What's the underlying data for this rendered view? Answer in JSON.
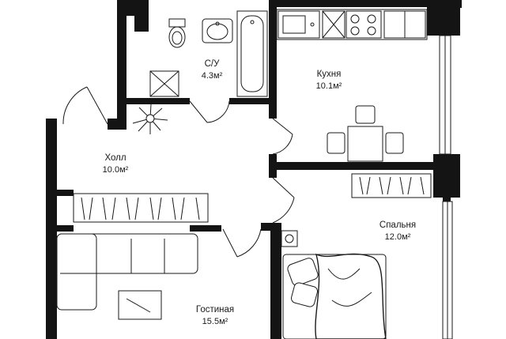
{
  "rooms": {
    "bathroom": {
      "name": "С/У",
      "area": "4.3м²"
    },
    "kitchen": {
      "name": "Кухня",
      "area": "10.1м²"
    },
    "hall": {
      "name": "Холл",
      "area": "10.0м²"
    },
    "bedroom": {
      "name": "Спальня",
      "area": "12.0м²"
    },
    "living": {
      "name": "Гостиная",
      "area": "15.5м²"
    }
  }
}
